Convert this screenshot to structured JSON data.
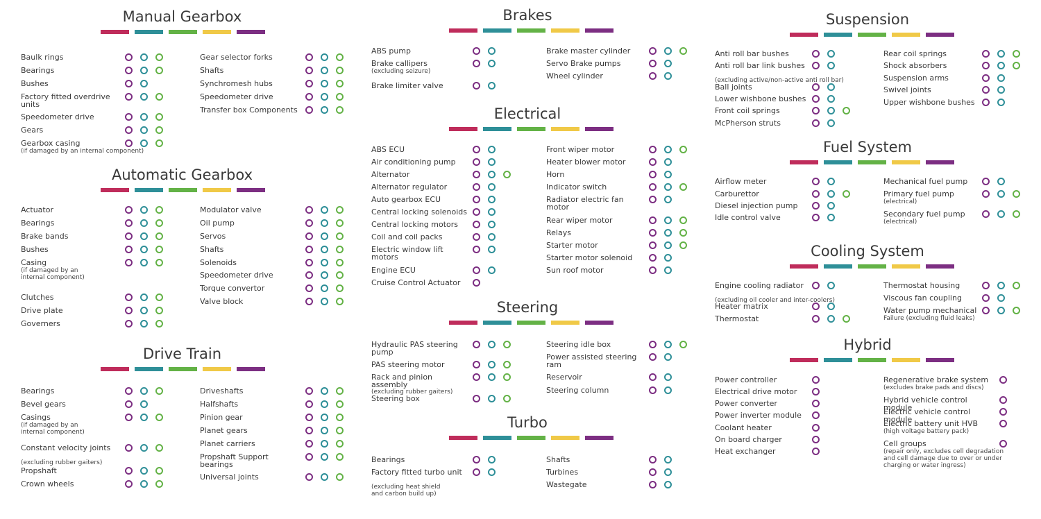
{
  "colors": {
    "band": [
      "#bf2c5b",
      "#2e8f98",
      "#63b246",
      "#f0c947",
      "#7c2e82"
    ],
    "dots": [
      "#7c2e82",
      "#2e8f98",
      "#63b246"
    ]
  },
  "sections": [
    {
      "title": "Manual Gearbox",
      "items": [
        {
          "label": "Baulk rings",
          "dots": 3
        },
        {
          "label": "Bearings",
          "dots": 3
        },
        {
          "label": "Bushes",
          "dots": 2
        },
        {
          "label": "Factory fitted overdrive units",
          "dots": 3
        },
        {
          "label": "Speedometer drive",
          "dots": 3
        },
        {
          "label": "Gears",
          "dots": 3
        },
        {
          "label": "Gearbox casing",
          "note": "(if damaged by an internal component)",
          "dots": 3
        },
        {
          "label": "Gear selector forks",
          "dots": 3
        },
        {
          "label": "Shafts",
          "dots": 3
        },
        {
          "label": "Synchromesh hubs",
          "dots": 3
        },
        {
          "label": "Speedometer drive",
          "dots": 3
        },
        {
          "label": "Transfer box Components",
          "dots": 3
        }
      ]
    },
    {
      "title": "Automatic Gearbox",
      "items": [
        {
          "label": "Actuator",
          "dots": 3
        },
        {
          "label": "Bearings",
          "dots": 3
        },
        {
          "label": "Brake bands",
          "dots": 3
        },
        {
          "label": "Bushes",
          "dots": 3
        },
        {
          "label": "Casing",
          "note": "(if damaged by an",
          "note2": "internal component)",
          "dots": 3
        },
        {
          "label": "Clutches",
          "dots": 3
        },
        {
          "label": "Drive plate",
          "dots": 3
        },
        {
          "label": "Governers",
          "dots": 3
        },
        {
          "label": "Modulator valve",
          "dots": 3
        },
        {
          "label": "Oil pump",
          "dots": 3
        },
        {
          "label": "Servos",
          "dots": 3
        },
        {
          "label": "Shafts",
          "dots": 3
        },
        {
          "label": "Solenoids",
          "dots": 3
        },
        {
          "label": "Speedometer drive",
          "dots": 3
        },
        {
          "label": "Torque convertor",
          "dots": 3
        },
        {
          "label": "Valve block",
          "dots": 3
        }
      ]
    },
    {
      "title": "Drive Train",
      "items": [
        {
          "label": "Bearings",
          "dots": 3
        },
        {
          "label": "Bevel gears",
          "dots": 2
        },
        {
          "label": "Casings",
          "note": "(if damaged by an",
          "note2": "internal component)",
          "dots": 3
        },
        {
          "label": "Constant velocity joints",
          "note": "(excluding rubber gaiters)",
          "dots": 3
        },
        {
          "label": "Propshaft",
          "dots": 3
        },
        {
          "label": "Crown wheels",
          "dots": 3
        },
        {
          "label": "Driveshafts",
          "dots": 3
        },
        {
          "label": "Halfshafts",
          "dots": 3
        },
        {
          "label": "Pinion gear",
          "dots": 3
        },
        {
          "label": "Planet gears",
          "dots": 3
        },
        {
          "label": "Planet carriers",
          "dots": 3
        },
        {
          "label": "Propshaft Support bearings",
          "dots": 3
        },
        {
          "label": "Universal joints",
          "dots": 3
        }
      ]
    },
    {
      "title": "Brakes",
      "items": [
        {
          "label": "ABS pump",
          "dots": 2
        },
        {
          "label": "Brake callipers",
          "note": "(excluding seizure)",
          "dots": 2
        },
        {
          "label": "Brake limiter valve",
          "dots": 2
        },
        {
          "label": "Brake master cylinder",
          "dots": 3
        },
        {
          "label": "Servo Brake pumps",
          "dots": 2
        },
        {
          "label": "Wheel cylinder",
          "dots": 2
        }
      ]
    },
    {
      "title": "Electrical",
      "items": [
        {
          "label": "ABS ECU",
          "dots": 2
        },
        {
          "label": "Air conditioning pump",
          "dots": 2
        },
        {
          "label": "Alternator",
          "dots": 3
        },
        {
          "label": "Alternator regulator",
          "dots": 2
        },
        {
          "label": "Auto gearbox ECU",
          "dots": 2
        },
        {
          "label": "Central locking solenoids",
          "dots": 2
        },
        {
          "label": "Central locking motors",
          "dots": 2
        },
        {
          "label": "Coil and coil packs",
          "dots": 2
        },
        {
          "label": "Electric window lift motors",
          "dots": 2
        },
        {
          "label": "Engine ECU",
          "dots": 2
        },
        {
          "label": "Cruise Control Actuator",
          "dots": 1
        },
        {
          "label": "Front wiper motor",
          "dots": 3
        },
        {
          "label": "Heater blower motor",
          "dots": 2
        },
        {
          "label": "Horn",
          "dots": 2
        },
        {
          "label": "Indicator switch",
          "dots": 3
        },
        {
          "label": "Radiator electric fan motor",
          "dots": 2
        },
        {
          "label": "Rear wiper motor",
          "dots": 3
        },
        {
          "label": "Relays",
          "dots": 3
        },
        {
          "label": "Starter motor",
          "dots": 3
        },
        {
          "label": "Starter motor solenoid",
          "dots": 2
        },
        {
          "label": "Sun roof motor",
          "dots": 2
        }
      ]
    },
    {
      "title": "Steering",
      "items": [
        {
          "label": "Hydraulic PAS steering pump",
          "dots": 3
        },
        {
          "label": "PAS steering motor",
          "dots": 3
        },
        {
          "label": "Rack and pinion assembly",
          "note": "(excluding rubber gaiters)",
          "dots": 3
        },
        {
          "label": "Steering box",
          "dots": 3
        },
        {
          "label": "Steering idle box",
          "dots": 3
        },
        {
          "label": "Power assisted steering ram",
          "dots": 2
        },
        {
          "label": "Reservoir",
          "dots": 2
        },
        {
          "label": "Steering column",
          "dots": 2
        }
      ]
    },
    {
      "title": "Turbo",
      "items": [
        {
          "label": "Bearings",
          "dots": 2
        },
        {
          "label": "Factory fitted turbo unit",
          "note": "(excluding heat shield",
          "note2": "and carbon build up)",
          "dots": 2
        },
        {
          "label": "Shafts",
          "dots": 2
        },
        {
          "label": "Turbines",
          "dots": 2
        },
        {
          "label": "Wastegate",
          "dots": 2
        }
      ]
    },
    {
      "title": "Suspension",
      "items": [
        {
          "label": "Anti roll bar bushes",
          "dots": 2
        },
        {
          "label": "Anti roll bar link bushes",
          "note": "(excluding active/non-active anti roll bar)",
          "dots": 2
        },
        {
          "label": "Ball joints",
          "dots": 2
        },
        {
          "label": "Lower wishbone bushes",
          "dots": 2
        },
        {
          "label": "Front coil springs",
          "dots": 3
        },
        {
          "label": "McPherson struts",
          "dots": 2
        },
        {
          "label": "Rear coil springs",
          "dots": 3
        },
        {
          "label": "Shock absorbers",
          "dots": 3
        },
        {
          "label": "Suspension arms",
          "dots": 2
        },
        {
          "label": "Swivel joints",
          "dots": 2
        },
        {
          "label": "Upper wishbone bushes",
          "dots": 2
        }
      ]
    },
    {
      "title": "Fuel System",
      "items": [
        {
          "label": "Airflow meter",
          "dots": 2
        },
        {
          "label": "Carburettor",
          "dots": 3
        },
        {
          "label": "Diesel injection pump",
          "dots": 2
        },
        {
          "label": "Idle control valve",
          "dots": 2
        },
        {
          "label": "Mechanical fuel pump",
          "dots": 2
        },
        {
          "label": "Primary fuel pump",
          "note": "(electrical)",
          "dots": 3
        },
        {
          "label": "Secondary fuel pump",
          "note": "(electrical)",
          "dots": 3
        }
      ]
    },
    {
      "title": "Cooling System",
      "items": [
        {
          "label": "Engine cooling radiator",
          "note": "(excluding oil cooler and inter-coolers)",
          "dots": 2
        },
        {
          "label": "Heater matrix",
          "dots": 2
        },
        {
          "label": "Thermostat",
          "dots": 3
        },
        {
          "label": "Thermostat housing",
          "dots": 3
        },
        {
          "label": "Viscous fan coupling",
          "dots": 2
        },
        {
          "label": "Water pump mechanical",
          "note": "Failure (excluding fluid leaks)",
          "dots": 3
        }
      ]
    },
    {
      "title": "Hybrid",
      "items": [
        {
          "label": "Power controller",
          "dots": 1
        },
        {
          "label": "Electrical drive motor",
          "dots": 1
        },
        {
          "label": "Power converter",
          "dots": 1
        },
        {
          "label": "Power inverter module",
          "dots": 1
        },
        {
          "label": "Coolant heater",
          "dots": 1
        },
        {
          "label": "On board charger",
          "dots": 1
        },
        {
          "label": "Heat exchanger",
          "dots": 1
        },
        {
          "label": "Regenerative brake system",
          "note": "(excludes brake pads and discs)",
          "dots": 1
        },
        {
          "label": "Hybrid vehicle control module",
          "dots": 1
        },
        {
          "label": "Electric vehicle control module",
          "dots": 1
        },
        {
          "label": "Electric battery unit HVB",
          "note": "(high voltage battery pack)",
          "dots": 1
        },
        {
          "label": "Cell groups",
          "note": "(repair only, excludes cell degradation",
          "note2": "and cell damage due to over or under",
          "note3": "charging or water ingress)",
          "dots": 1
        }
      ]
    }
  ]
}
